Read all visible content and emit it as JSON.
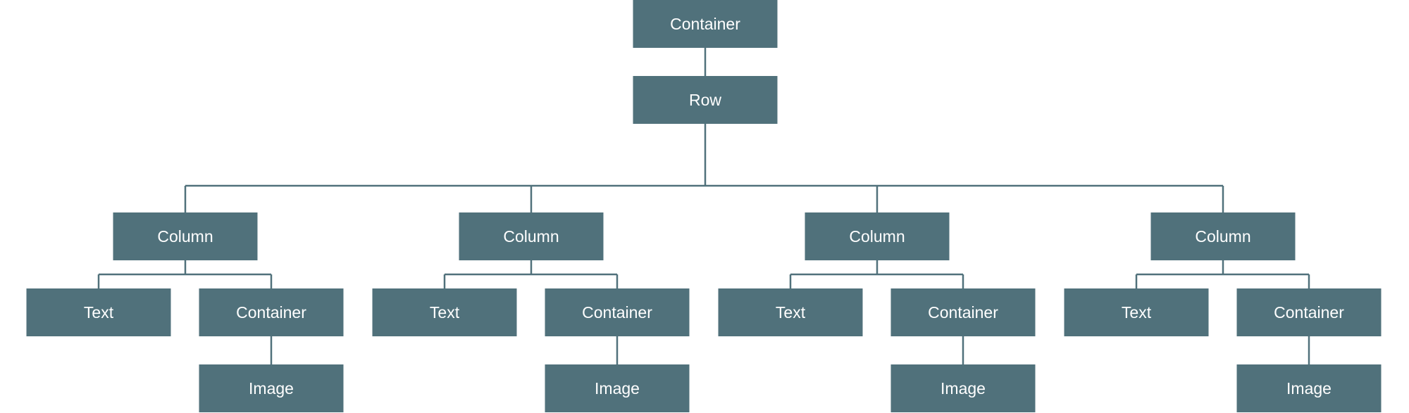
{
  "colors": {
    "node_fill": "#50717b",
    "node_text": "#ffffff",
    "edge": "#50717b",
    "background": "#ffffff"
  },
  "tree": {
    "root": {
      "label": "Container",
      "child": {
        "label": "Row",
        "columns": [
          {
            "label": "Column",
            "text": {
              "label": "Text"
            },
            "container": {
              "label": "Container",
              "image": {
                "label": "Image"
              }
            }
          },
          {
            "label": "Column",
            "text": {
              "label": "Text"
            },
            "container": {
              "label": "Container",
              "image": {
                "label": "Image"
              }
            }
          },
          {
            "label": "Column",
            "text": {
              "label": "Text"
            },
            "container": {
              "label": "Container",
              "image": {
                "label": "Image"
              }
            }
          },
          {
            "label": "Column",
            "text": {
              "label": "Text"
            },
            "container": {
              "label": "Container",
              "image": {
                "label": "Image"
              }
            }
          }
        ]
      }
    }
  }
}
